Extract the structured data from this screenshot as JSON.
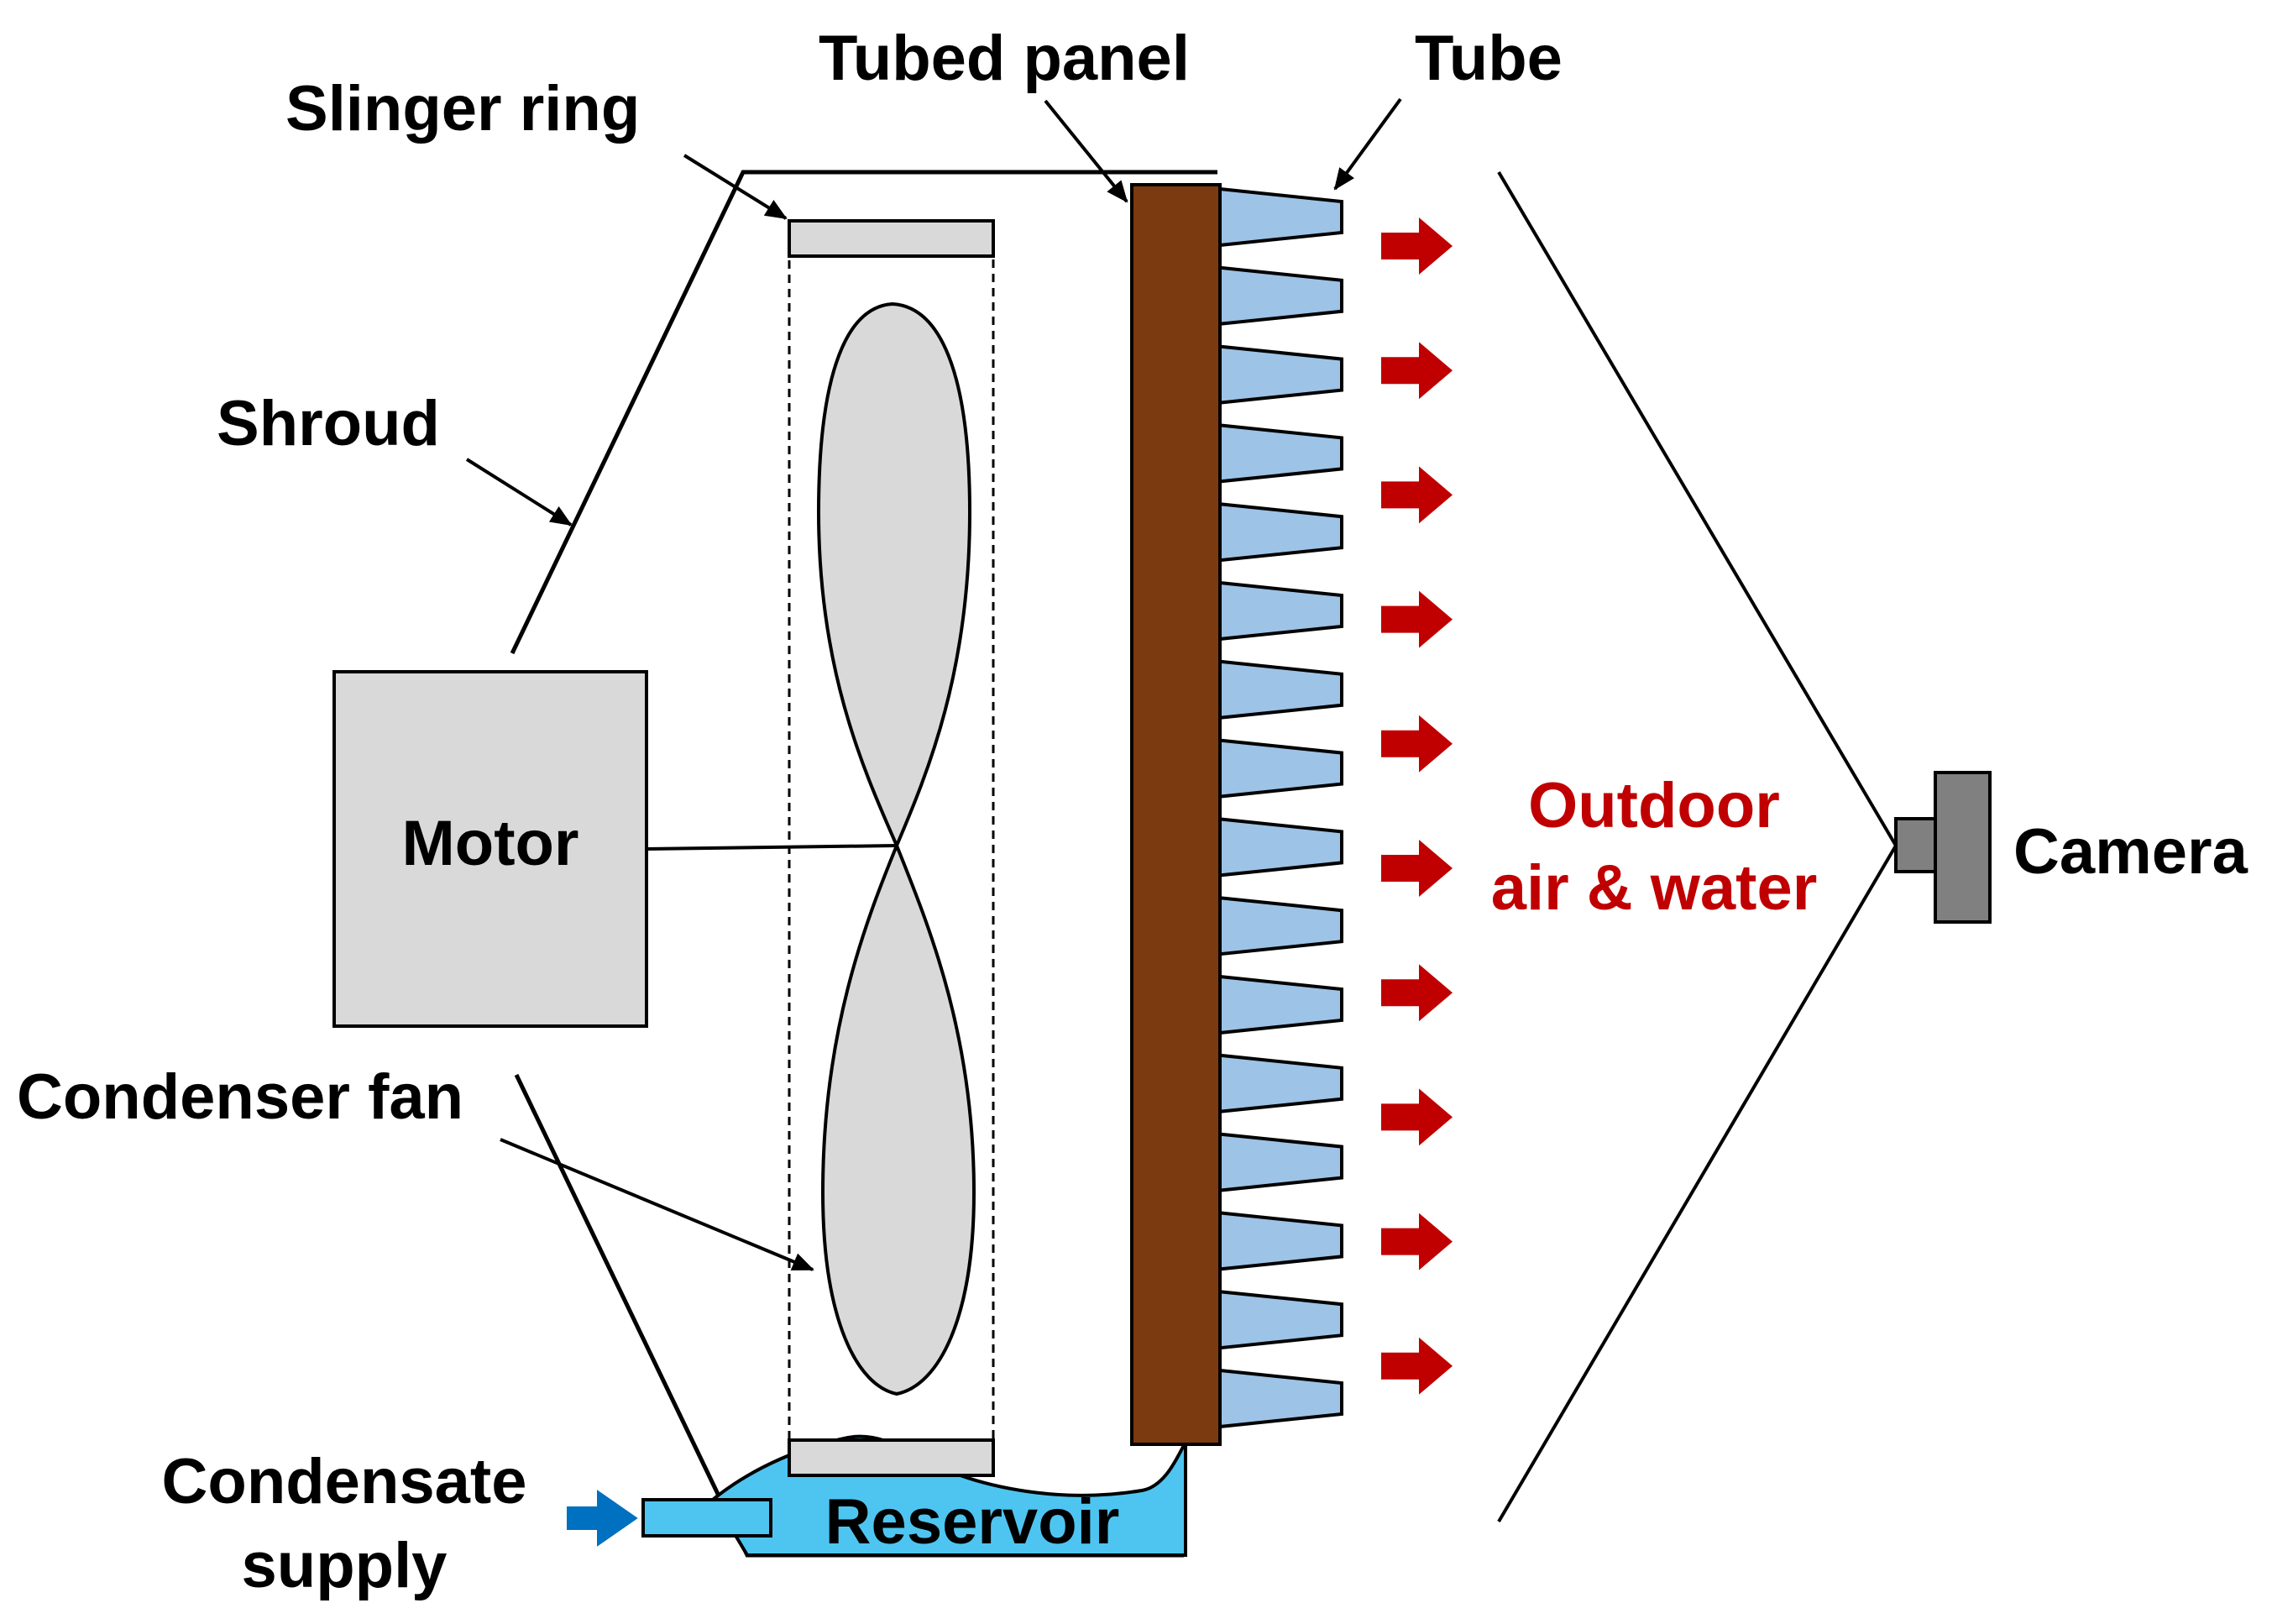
{
  "labels": {
    "tubed_panel": "Tubed panel",
    "tube": "Tube",
    "slinger_ring": "Slinger ring",
    "shroud": "Shroud",
    "motor": "Motor",
    "condenser_fan": "Condenser fan",
    "condensate_supply_line1": "Condensate",
    "condensate_supply_line2": "supply",
    "reservoir": "Reservoir",
    "outdoor_line1": "Outdoor",
    "outdoor_line2": "air & water",
    "camera": "Camera"
  },
  "colors": {
    "outline": "#000000",
    "panel": "#7b3a10",
    "tube_fill": "#9dc3e6",
    "reservoir_fill": "#4ec5f1",
    "slinger_fill": "#d9d9d9",
    "motor_fill": "#d9d9d9",
    "fan_fill": "#d9d9d9",
    "flow_arrow": "#c00000",
    "supply_arrow": "#0070c0",
    "camera_fill": "#808080",
    "flow_text": "#c00000"
  },
  "icons": {
    "flow_arrows": "right-arrow-icon",
    "supply_arrow": "right-arrow-icon",
    "camera": "camera-icon"
  }
}
